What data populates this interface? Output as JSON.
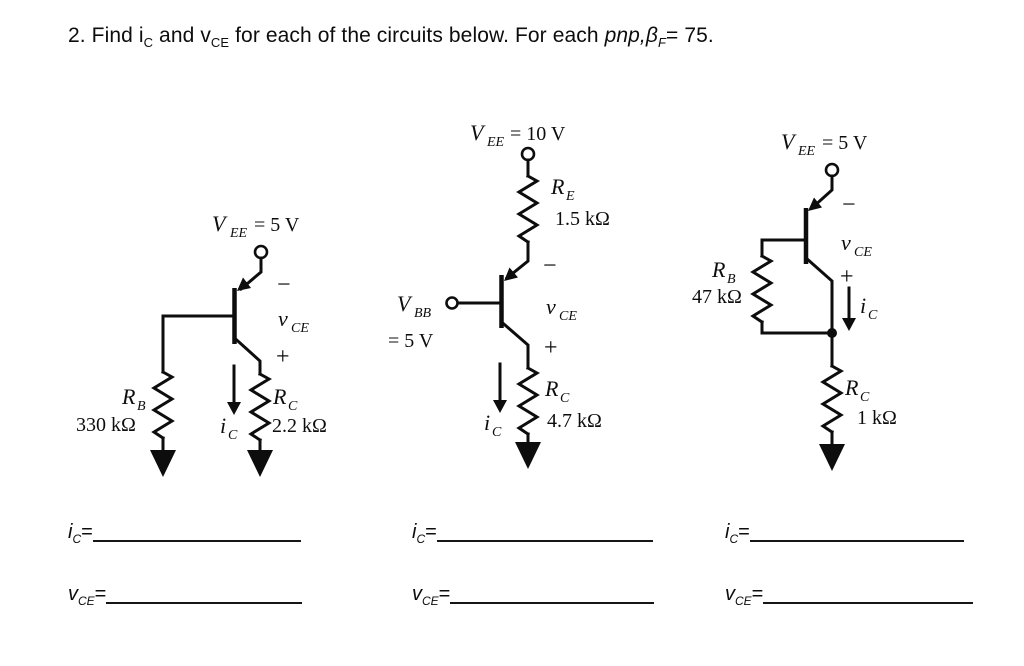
{
  "page": {
    "background": "#ffffff",
    "ink": "#0d0d0d"
  },
  "title": {
    "p1": "2. Find i",
    "s1": "C",
    "p2": " and v",
    "s2": "CE",
    "p3": " for each of the circuits below. For each ",
    "p4": "pnp,",
    "p5": "β",
    "s3": "F",
    "p6": "= 75."
  },
  "circuits": [
    {
      "name": "circuit-1",
      "supply": {
        "var": "V",
        "sub": "EE",
        "eq": "= 5 V"
      },
      "rb": {
        "var": "R",
        "sub": "B",
        "value": "330 kΩ"
      },
      "rc": {
        "var": "R",
        "sub": "C",
        "value": "2.2 kΩ"
      },
      "vce": {
        "minus": "−",
        "var": "v",
        "sub": "CE",
        "plus": "+"
      },
      "ic": {
        "var": "i",
        "sub": "C"
      }
    },
    {
      "name": "circuit-2",
      "supply": {
        "var": "V",
        "sub": "EE",
        "eq": "= 10 V"
      },
      "re": {
        "var": "R",
        "sub": "E",
        "value": "1.5 kΩ"
      },
      "vbb": {
        "var": "V",
        "sub": "BB",
        "eq": "= 5 V"
      },
      "rc": {
        "var": "R",
        "sub": "C",
        "value": "4.7 kΩ"
      },
      "vce": {
        "minus": "−",
        "var": "v",
        "sub": "CE",
        "plus": "+"
      },
      "ic": {
        "var": "i",
        "sub": "C"
      }
    },
    {
      "name": "circuit-3",
      "supply": {
        "var": "V",
        "sub": "EE",
        "eq": "= 5 V"
      },
      "rb": {
        "var": "R",
        "sub": "B",
        "value": "47 kΩ"
      },
      "rc": {
        "var": "R",
        "sub": "C",
        "value": "1 kΩ"
      },
      "vce": {
        "minus": "−",
        "var": "v",
        "sub": "CE",
        "plus": "+"
      },
      "ic": {
        "var": "i",
        "sub": "C"
      }
    }
  ],
  "answers": {
    "ic_label": {
      "var": "i",
      "sub": "C",
      "eq": "="
    },
    "vce_label": {
      "var": "v",
      "sub": "CE",
      "eq": "="
    }
  }
}
